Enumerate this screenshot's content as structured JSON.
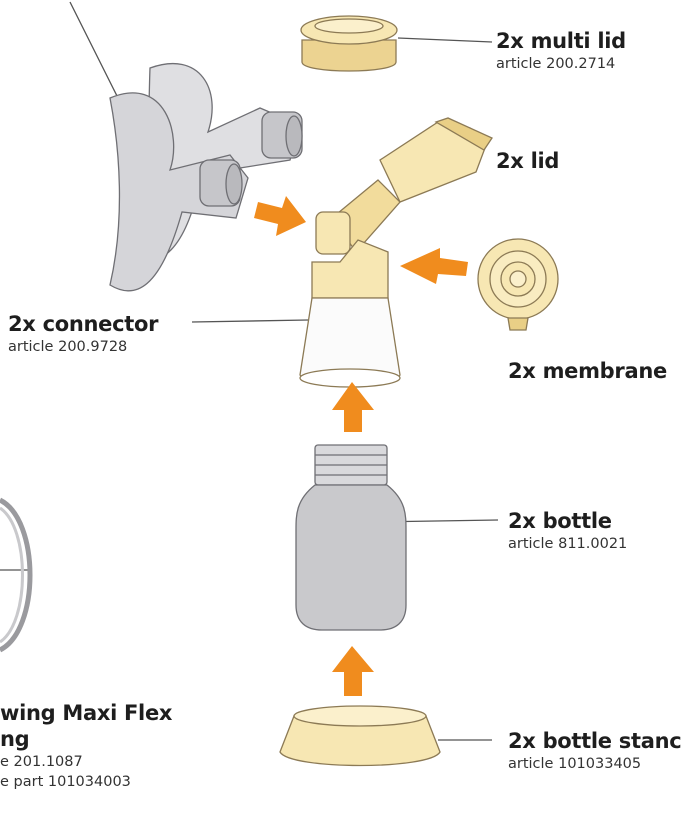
{
  "parts": {
    "multi_lid": {
      "name": "2x multi lid",
      "article": "article 200.2714"
    },
    "lid": {
      "name": "2x lid"
    },
    "connector": {
      "name": "2x connector",
      "article": "article 200.9728"
    },
    "membrane": {
      "name": "2x membrane"
    },
    "bottle": {
      "name": "2x bottle",
      "article": "article 811.0021"
    },
    "tubing": {
      "name_line1": "wing Maxi Flex",
      "name_line2": "ng",
      "article_line1": "e 201.1087",
      "article_line2": "e part 101034003"
    },
    "bottle_stand": {
      "name": "2x bottle stanc",
      "article": "article 101033405"
    }
  },
  "colors": {
    "cream": "#f7e7b3",
    "cream_dark": "#e9cf86",
    "outline": "#8c7a55",
    "grey": "#c9c9cc",
    "arrow": "#f08c1e",
    "line": "#555555"
  }
}
